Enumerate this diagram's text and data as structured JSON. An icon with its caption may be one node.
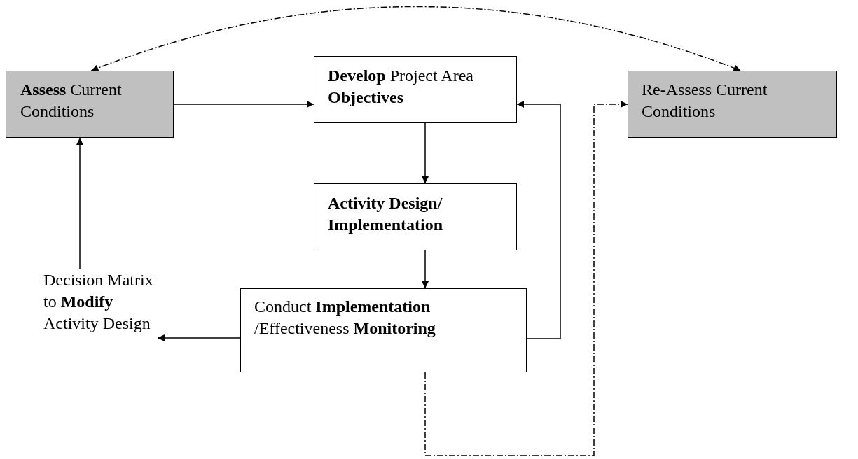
{
  "diagram": {
    "nodes": [
      {
        "text": [
          "**Assess** Current Conditions"
        ]
      },
      {
        "text": [
          "**Develop** Project Area **Objectives**"
        ]
      },
      {
        "text": [
          "Re-Assess Current Conditions"
        ]
      },
      {
        "text": [
          "Activity Design/ Implementation"
        ]
      },
      {
        "text": [
          "Conduct **Implementation** /Effectiveness **Monitoring**"
        ]
      },
      {
        "text": [
          "Decision Matrix to **Modify** Activity Design"
        ]
      }
    ],
    "edges": [
      {
        "from": 0,
        "to": 1,
        "arrow": "to"
      },
      {
        "from": 1,
        "to": 3,
        "arrow": "to"
      },
      {
        "from": 3,
        "to": 4,
        "arrow": "to"
      },
      {
        "from": 4,
        "to": 5,
        "arrow": "to"
      },
      {
        "from": 5,
        "to": 0,
        "arrow": "to"
      },
      {
        "from": 4,
        "to": 1,
        "arrow": "to"
      },
      {
        "from": 4,
        "to": 2,
        "arrow": "to",
        "style": "dashed"
      },
      {
        "from": 0,
        "to": 2,
        "arrow": "both",
        "style": "dashed"
      }
    ]
  }
}
